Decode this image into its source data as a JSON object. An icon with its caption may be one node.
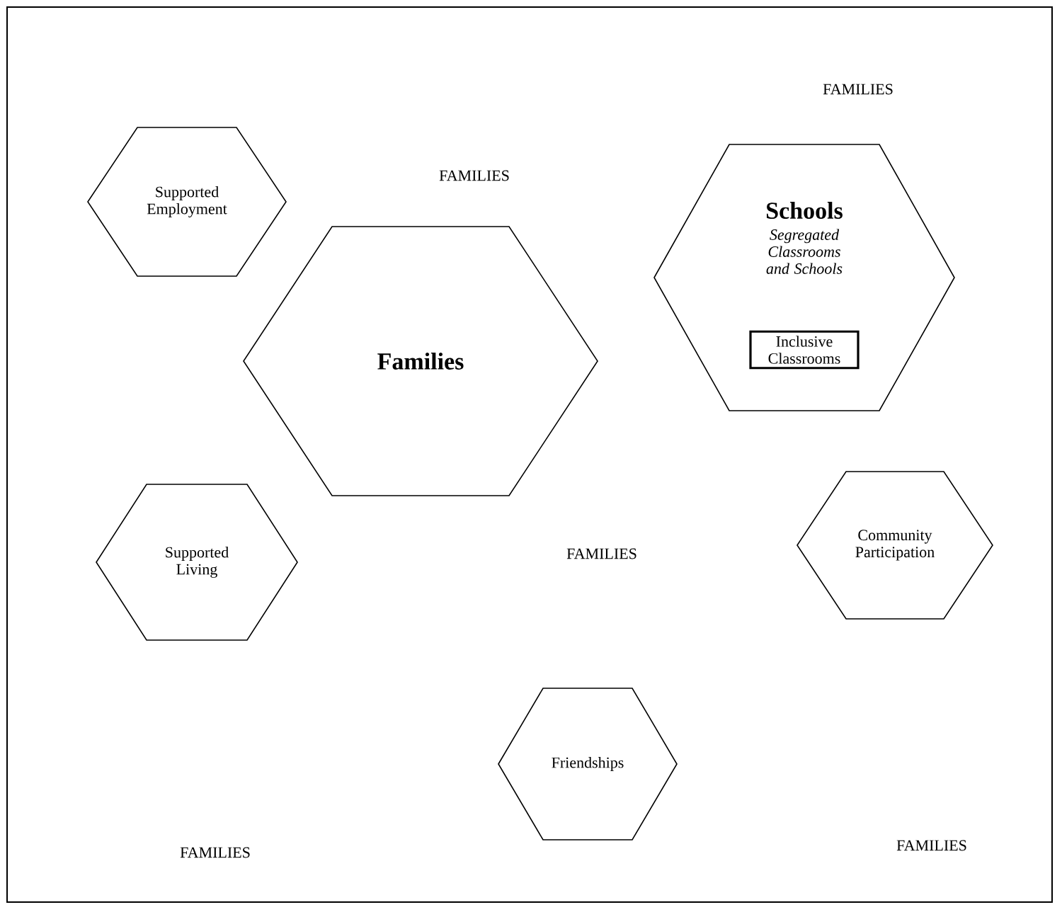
{
  "diagram": {
    "nodes": [
      {
        "text": [
          "Supported Employment"
        ]
      },
      {
        "text": [
          "Families"
        ]
      },
      {
        "text": [
          "Schools",
          "Segregated Classrooms and Schools"
        ]
      },
      {
        "text": [
          "Inclusive Classrooms"
        ],
        "in": 2
      },
      {
        "text": [
          "Community Participation"
        ]
      },
      {
        "text": [
          "Supported Living"
        ]
      },
      {
        "text": [
          "Friendships"
        ]
      }
    ],
    "labels": [
      "FAMILIES",
      "FAMILIES",
      "FAMILIES",
      "FAMILIES",
      "FAMILIES"
    ]
  }
}
